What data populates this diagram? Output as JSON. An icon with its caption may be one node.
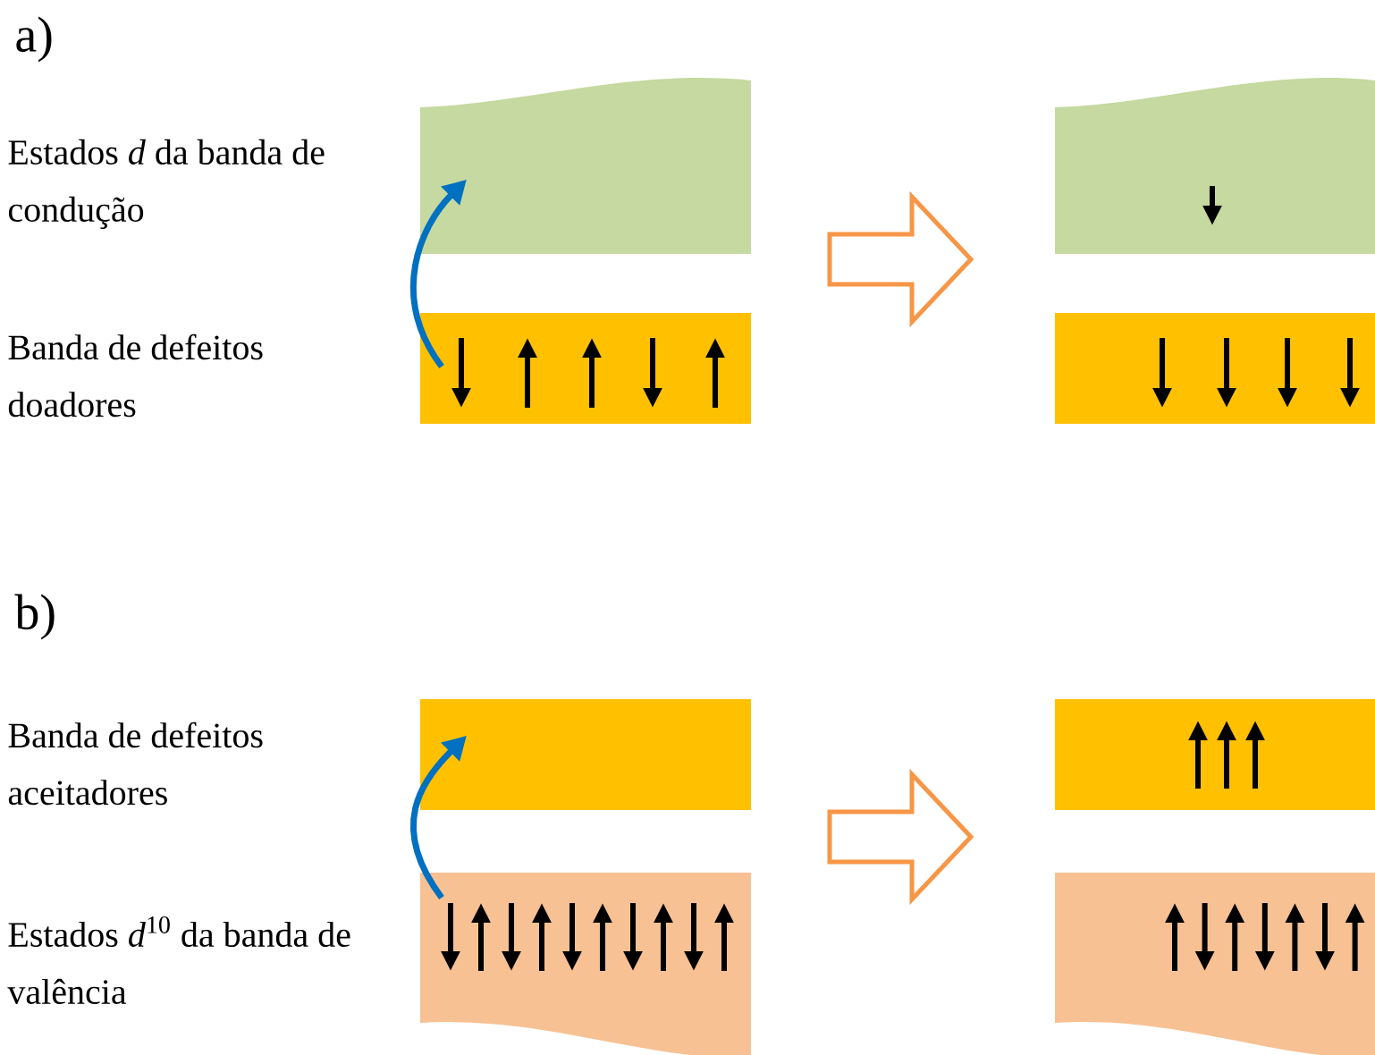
{
  "diagram": {
    "nodes": [
      {
        "text": [],
        "shape": "box"
      },
      {
        "text": [],
        "shape": "box"
      },
      {
        "text": [],
        "shape": "box"
      },
      {
        "text": [],
        "shape": "box"
      },
      {
        "text": [],
        "shape": "box"
      },
      {
        "text": [],
        "shape": "box"
      },
      {
        "text": [],
        "shape": "box"
      },
      {
        "text": [],
        "shape": "box"
      }
    ],
    "edges": [
      {
        "from": 1,
        "to": 0,
        "arrow": "to",
        "color": "#0070c0"
      },
      {
        "from": 5,
        "to": 4,
        "arrow": "to",
        "color": "#0070c0"
      }
    ],
    "labels": [
      "a)",
      "Estados *d* da banda de condução",
      "Banda de defeitos doadores",
      "b)",
      "Banda de defeitos aceitadores",
      "Estados *d*$^{10}$ da banda de valência"
    ]
  }
}
